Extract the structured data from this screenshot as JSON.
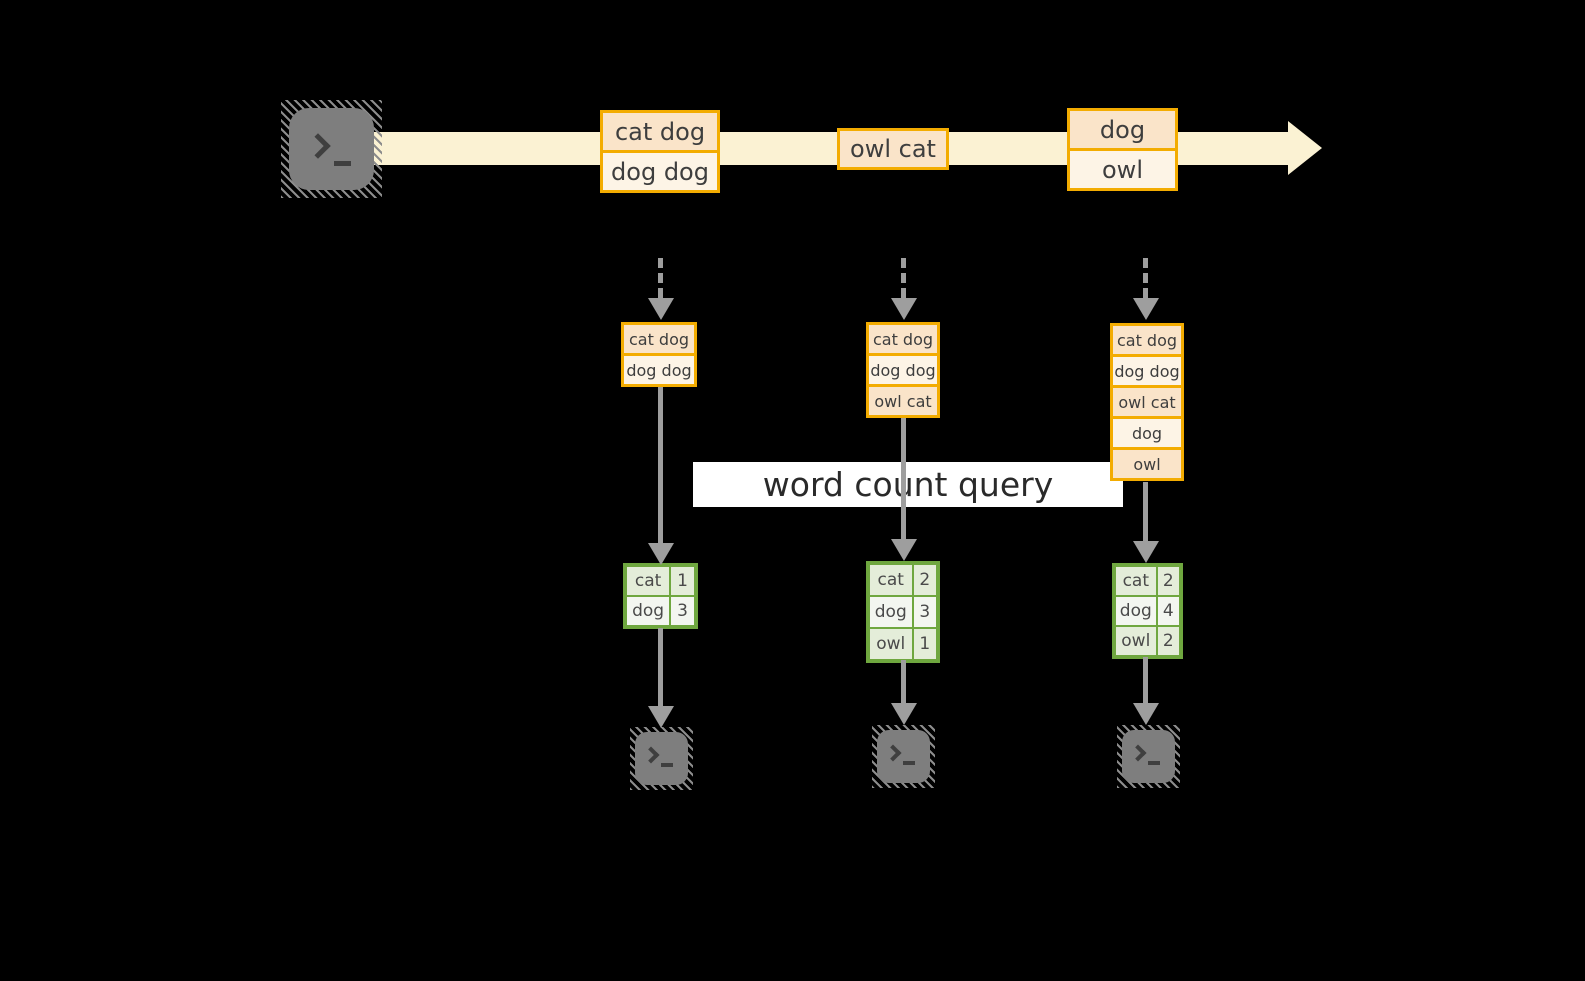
{
  "diagram": {
    "kind": "stream word count pipeline",
    "query": {
      "label": "word count query"
    },
    "colors": {
      "background": "#000000",
      "stream_band": "#FBF2D3",
      "event_border": "#F3AC01",
      "event_fill_peach": "#FAE4C9",
      "event_fill_cream": "#FDF4E6",
      "table_border": "#6FA73F",
      "table_row_green": "#E4EDD9",
      "table_row_pale": "#F3F6F0",
      "arrow_gray": "#9E9E9E",
      "terminal_gray": "#7E7E7E",
      "query_banner_bg": "#FFFFFF"
    },
    "stream": {
      "source_icon": "terminal-icon",
      "events": [
        {
          "lines": [
            "cat dog",
            "dog dog"
          ]
        },
        {
          "lines": [
            "owl cat"
          ]
        },
        {
          "lines": [
            "dog",
            "owl"
          ]
        }
      ]
    },
    "columns": [
      {
        "state": [
          "cat dog",
          "dog dog"
        ],
        "counts": [
          {
            "word": "cat",
            "count": "1"
          },
          {
            "word": "dog",
            "count": "3"
          }
        ],
        "sink_icon": "terminal-icon"
      },
      {
        "state": [
          "cat dog",
          "dog dog",
          "owl cat"
        ],
        "counts": [
          {
            "word": "cat",
            "count": "2"
          },
          {
            "word": "dog",
            "count": "3"
          },
          {
            "word": "owl",
            "count": "1"
          }
        ],
        "sink_icon": "terminal-icon"
      },
      {
        "state": [
          "cat dog",
          "dog dog",
          "owl cat",
          "dog",
          "owl"
        ],
        "counts": [
          {
            "word": "cat",
            "count": "2"
          },
          {
            "word": "dog",
            "count": "4"
          },
          {
            "word": "owl",
            "count": "2"
          }
        ],
        "sink_icon": "terminal-icon"
      }
    ]
  }
}
